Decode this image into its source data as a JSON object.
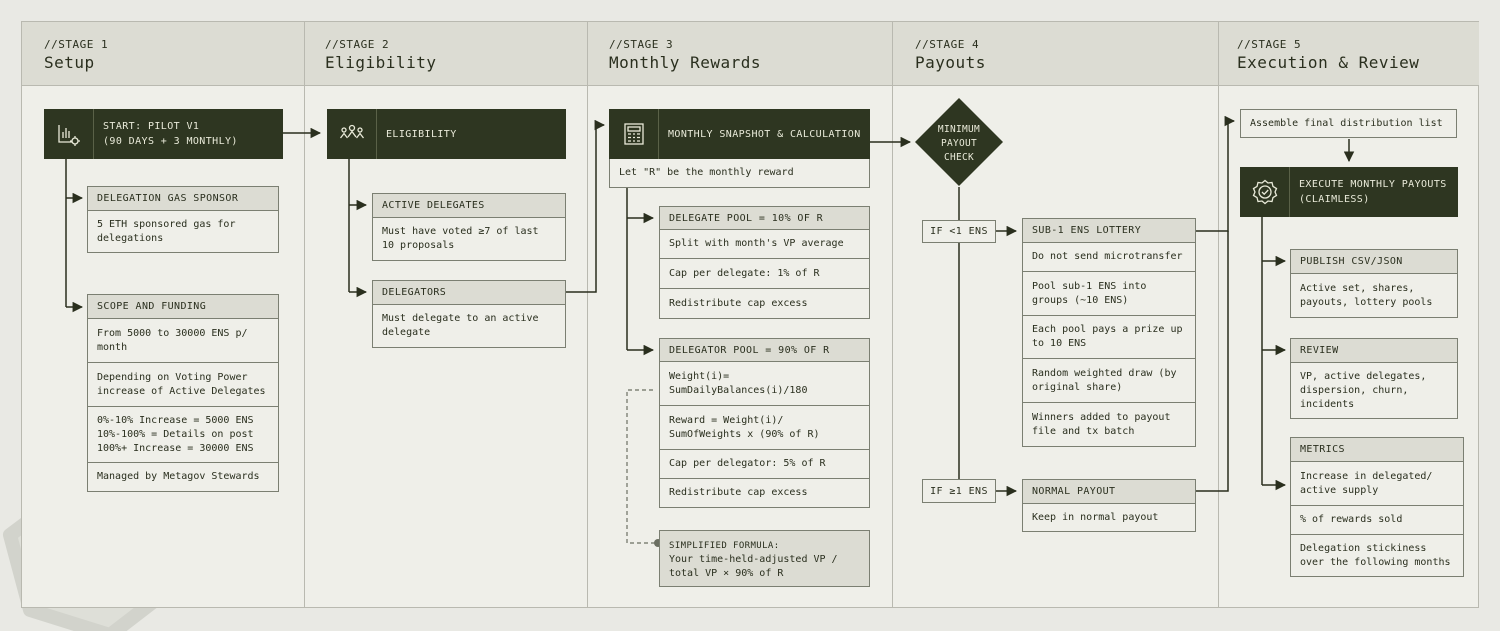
{
  "stages": [
    {
      "num": "//STAGE 1",
      "name": "Setup"
    },
    {
      "num": "//STAGE 2",
      "name": "Eligibility"
    },
    {
      "num": "//STAGE 3",
      "name": "Monthly Rewards"
    },
    {
      "num": "//STAGE 4",
      "name": "Payouts"
    },
    {
      "num": "//STAGE 5",
      "name": "Execution & Review"
    }
  ],
  "start": {
    "line1": "START: PILOT V1",
    "line2": "(90 DAYS + 3 MONTHLY)"
  },
  "gas": {
    "title": "DELEGATION GAS SPONSOR",
    "body": "5 ETH sponsored gas for delegations"
  },
  "scope": {
    "title": "SCOPE AND FUNDING",
    "rows": [
      "From 5000 to 30000 ENS p/ month",
      "Depending on Voting Power increase of Active Delegates",
      "0%-10% Increase = 5000 ENS\n10%-100% = Details on post\n100%+ Increase = 30000 ENS",
      "Managed by Metagov Stewards"
    ]
  },
  "eligibility": {
    "label": "ELIGIBILITY"
  },
  "active_delegates": {
    "title": "ACTIVE DELEGATES",
    "body": "Must have voted ≥7 of last 10 proposals"
  },
  "delegators": {
    "title": "DELEGATORS",
    "body": "Must delegate to an active delegate"
  },
  "snapshot": {
    "label": "MONTHLY SNAPSHOT & CALCULATION",
    "sub": "Let \"R\" be the monthly reward"
  },
  "delegate_pool": {
    "title": "DELEGATE POOL = 10% OF R",
    "rows": [
      "Split with month's VP average",
      "Cap per delegate: 1% of R",
      "Redistribute cap excess"
    ]
  },
  "delegator_pool": {
    "title": "DELEGATOR POOL = 90% OF R",
    "rows": [
      "Weight(i)=\nSumDailyBalances(i)/180",
      "Reward = Weight(i)/\nSumOfWeights x (90% of R)",
      "Cap per delegator: 5% of R",
      "Redistribute cap excess"
    ]
  },
  "simplified": {
    "title": "SIMPLIFIED FORMULA:",
    "body": "Your time-held-adjusted VP /\ntotal VP × 90% of R"
  },
  "min_check": {
    "label": "MINIMUM\nPAYOUT\nCHECK"
  },
  "if_lt": "IF <1 ENS",
  "if_ge": "IF ≥1 ENS",
  "lottery": {
    "title": "SUB-1 ENS LOTTERY",
    "rows": [
      "Do not send microtransfer",
      "Pool sub-1 ENS into groups (~10 ENS)",
      "Each pool pays a prize up to 10 ENS",
      "Random weighted draw (by original share)",
      "Winners added to payout file and tx batch"
    ]
  },
  "normal": {
    "title": "NORMAL PAYOUT",
    "body": "Keep in normal payout"
  },
  "assemble": "Assemble final distribution list",
  "execute": {
    "line1": "EXECUTE MONTHLY PAYOUTS",
    "line2": "(CLAIMLESS)"
  },
  "publish": {
    "title": "PUBLISH CSV/JSON",
    "body": "Active set, shares, payouts, lottery pools"
  },
  "review": {
    "title": "REVIEW",
    "body": "VP, active delegates, dispersion, churn, incidents"
  },
  "metrics": {
    "title": "METRICS",
    "rows": [
      "Increase in delegated/ active supply",
      "% of rewards sold",
      "Delegation stickiness over the following months"
    ]
  }
}
